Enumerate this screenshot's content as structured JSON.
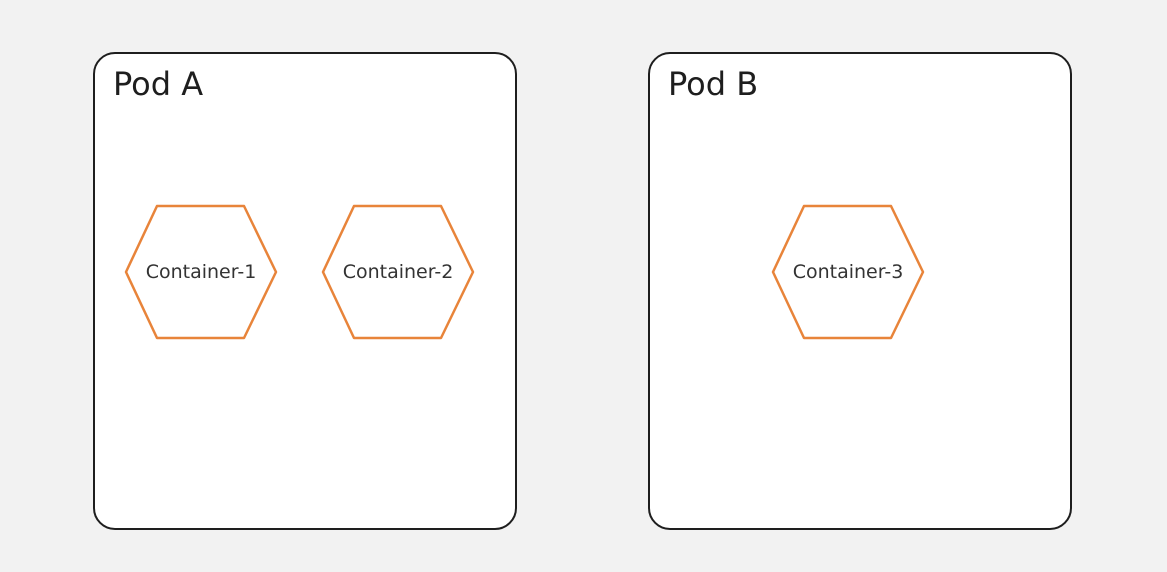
{
  "colors": {
    "background": "#f2f2f2",
    "pod_border": "#1e1e1e",
    "container_stroke": "#e8843a",
    "label_text": "#333333"
  },
  "pods": [
    {
      "title": "Pod A",
      "containers": [
        {
          "label": "Container-1"
        },
        {
          "label": "Container-2"
        }
      ]
    },
    {
      "title": "Pod B",
      "containers": [
        {
          "label": "Container-3"
        }
      ]
    }
  ]
}
